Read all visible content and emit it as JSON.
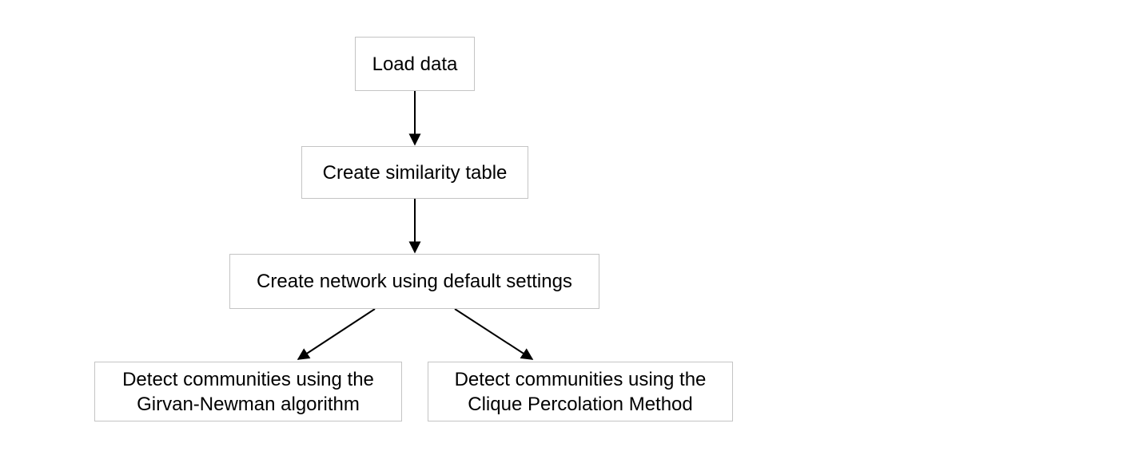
{
  "diagram": {
    "type": "flowchart",
    "background_color": "#ffffff",
    "node_fill_color": "#ffffff",
    "node_border_color": "#c4c4c4",
    "node_text_color": "#000000",
    "arrow_color": "#000000",
    "arrow_head_style": "filled-triangle",
    "nodes": [
      {
        "id": "load-data",
        "label": "Load data"
      },
      {
        "id": "create-similarity-table",
        "label": "Create similarity table"
      },
      {
        "id": "create-network",
        "label": "Create network using default settings"
      },
      {
        "id": "detect-girvan-newman",
        "label": "Detect communities using the Girvan-Newman algorithm"
      },
      {
        "id": "detect-clique-percolation",
        "label": "Detect communities using the Clique Percolation Method"
      }
    ],
    "edges": [
      {
        "from": "load-data",
        "to": "create-similarity-table"
      },
      {
        "from": "create-similarity-table",
        "to": "create-network"
      },
      {
        "from": "create-network",
        "to": "detect-girvan-newman"
      },
      {
        "from": "create-network",
        "to": "detect-clique-percolation"
      }
    ]
  }
}
